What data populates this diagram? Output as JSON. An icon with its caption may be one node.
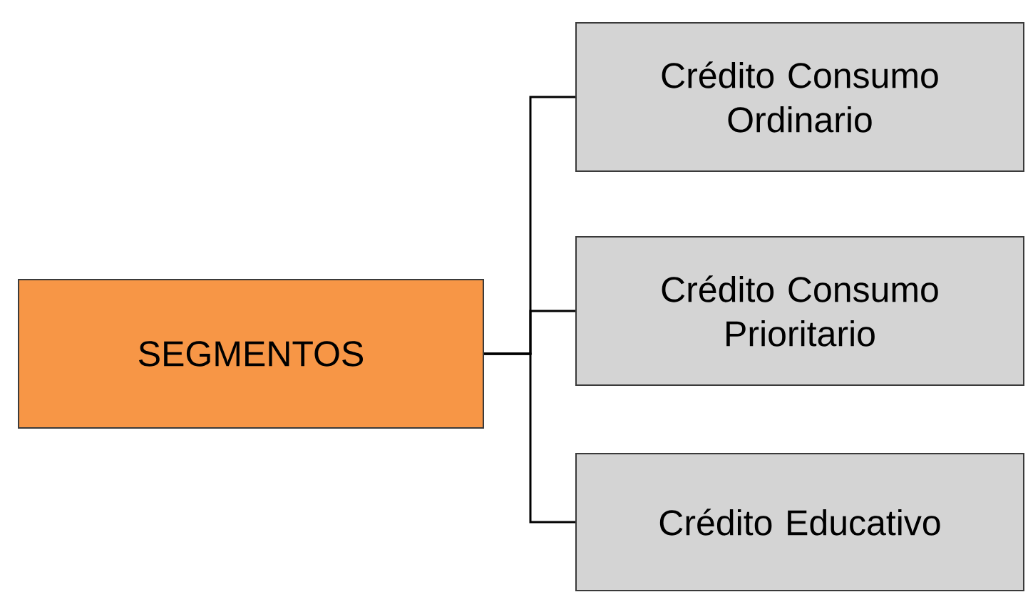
{
  "diagram": {
    "nodes": [
      {
        "text": [
          "SEGMENTOS"
        ]
      },
      {
        "text": [
          "Crédito Consumo Ordinario"
        ]
      },
      {
        "text": [
          "Crédito Consumo Prioritario"
        ]
      },
      {
        "text": [
          "Crédito Educativo"
        ]
      }
    ],
    "edges": [
      {
        "from": 0,
        "to": 1,
        "arrow": "none"
      },
      {
        "from": 0,
        "to": 2,
        "arrow": "none"
      },
      {
        "from": 0,
        "to": 3,
        "arrow": "none"
      }
    ]
  }
}
